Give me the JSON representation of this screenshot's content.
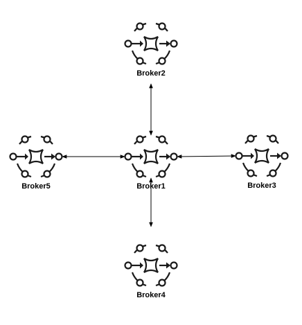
{
  "diagram": {
    "nodes": [
      {
        "id": "broker2",
        "label": "Broker2",
        "icon": "broker-icon"
      },
      {
        "id": "broker5",
        "label": "Broker5",
        "icon": "broker-icon"
      },
      {
        "id": "broker1",
        "label": "Broker1",
        "icon": "broker-icon"
      },
      {
        "id": "broker3",
        "label": "Broker3",
        "icon": "broker-icon"
      },
      {
        "id": "broker4",
        "label": "Broker4",
        "icon": "broker-icon"
      }
    ],
    "edges": [
      {
        "from": "broker1",
        "to": "broker2",
        "arrows": "both"
      },
      {
        "from": "broker1",
        "to": "broker5",
        "arrows": "both"
      },
      {
        "from": "broker1",
        "to": "broker3",
        "arrows": "both"
      },
      {
        "from": "broker1",
        "to": "broker4",
        "arrows": "both"
      }
    ],
    "colors": {
      "stroke": "#1a1a1a",
      "background": "#ffffff"
    }
  }
}
